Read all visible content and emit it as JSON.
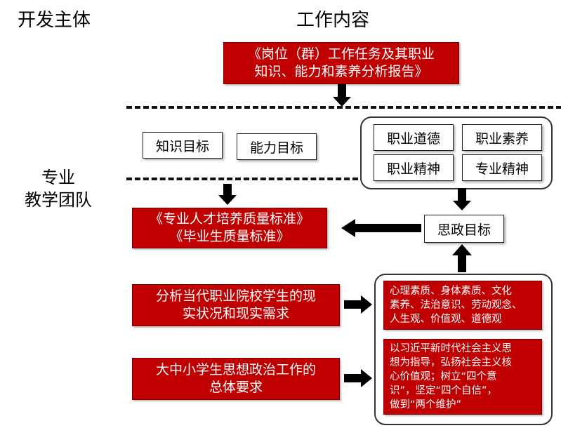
{
  "headings": {
    "left": "开发主体",
    "right": "工作内容"
  },
  "top_box": {
    "line1": "《岗位（群）工作任务及其职业",
    "line2": "知识、能力和素养分析报告》"
  },
  "goals": {
    "knowledge": "知识目标",
    "ability": "能力目标"
  },
  "qualities": {
    "ethics": "职业道德",
    "literacy": "职业素养",
    "spirit": "职业精神",
    "professional_spirit": "专业精神"
  },
  "team": {
    "line1": "专业",
    "line2": "教学团队"
  },
  "standards": {
    "line1": "《专业人才培养质量标准》",
    "line2": "《毕业生质量标准》"
  },
  "ideology_goal": "思政目标",
  "analysis": {
    "line1": "分析当代职业院校学生的现",
    "line2": "实状况和现实需求"
  },
  "requirements": {
    "line1": "大中小学生思想政治工作的",
    "line2": "总体要求"
  },
  "qualities_detail": {
    "line1": "心理素质、身体素质、文化",
    "line2": "素养、法治意识、劳动观念、",
    "line3": "人生观、价值观、道德观"
  },
  "guidance": {
    "line1": "以习近平新时代社会主义思",
    "line2": "想为指导，弘扬社会主义核",
    "line3": "心价值观；树立“四个意",
    "line4": "识”，坚定“四个自信”，",
    "line5": "做到“两个维护”"
  },
  "colors": {
    "box_red": "#c00000",
    "arrow": "#000000"
  }
}
